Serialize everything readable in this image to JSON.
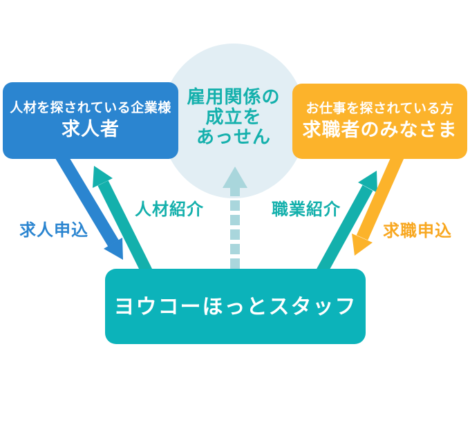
{
  "colors": {
    "blue": "#2b85d0",
    "orange": "#fcb32b",
    "orange_label": "#f8a71f",
    "teal_box": "#0cb3ba",
    "teal_ink": "#14b0ac",
    "circle": "#e2eef4",
    "dashed": "#a9d6dc",
    "white": "#ffffff"
  },
  "diagram": {
    "employer_box": {
      "subtitle": "人材を探されている企業様",
      "title": "求人者"
    },
    "jobseeker_box": {
      "subtitle": "お仕事を探されている方",
      "title": "求職者のみなさま"
    },
    "agency_box": {
      "title": "ヨウコーほっとスタッフ"
    },
    "center_circle": {
      "line1": "雇用関係の",
      "line2": "成立を",
      "line3": "あっせん"
    },
    "labels": {
      "job_offer_application": "求人申込",
      "talent_referral": "人材紹介",
      "job_referral": "職業紹介",
      "job_seeking_application": "求職申込"
    }
  }
}
